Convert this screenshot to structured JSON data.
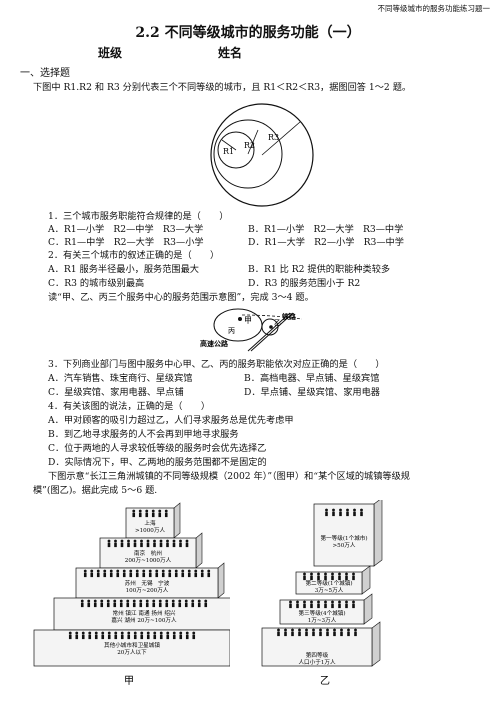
{
  "header": "不同等级城市的服务功能练习题一",
  "title": "2.2 不同等级城市的服务功能（一）",
  "class_label": "班级",
  "name_label": "姓名",
  "section": "一、选择题",
  "intro1": "下图中 R1.R2 和 R3 分别代表三个不同等级的城市，且 R1＜R2＜R3，据图回答 1～2 题。",
  "fig1": {
    "r1": "R1",
    "r2": "R2",
    "r3": "R3"
  },
  "q1": "1．三个城市服务职能符合规律的是（　　）",
  "q1a": "A．R1—小学　R2—中学　R3—大学",
  "q1b": "B．R1—小学　R2—大学　R3—中学",
  "q1c": "C．R1—中学　R2—大学　R3—小学",
  "q1d": "D．R1—大学　R2—小学　R3—中学",
  "q2": "2．有关三个城市的叙述正确的是（　　）",
  "q2a": "A．R1 服务半径最小，服务范围最大",
  "q2b": "B．R1 比 R2 提供的职能种类较多",
  "q2c": "C．R3 的城市级别最高",
  "q2d": "D．R3 的服务范围小于 R2",
  "intro2": "读“甲、乙、丙三个服务中心的服务范围示意图”，完成 3～4 题。",
  "fig2": {
    "jia": "甲",
    "bing": "丙",
    "yi": "乙",
    "rail": "铁路",
    "highway": "高速公路"
  },
  "q3": "3．下列商业部门与图中服务中心甲、乙、丙的服务职能依次对应正确的是（　　）",
  "q3a": "A．汽车销售、珠宝商行、星级宾馆",
  "q3b": "B．高档电器、早点铺、星级宾馆",
  "q3c": "C．星级宾馆、家用电器、早点铺",
  "q3d": "D．早点铺、星级宾馆、家用电器",
  "q4": "4．有关该图的说法，正确的是（　　）",
  "q4a": "A．甲对顾客的吸引力超过乙，人们寻求服务总是优先考虑甲",
  "q4b": "B．到乙地寻求服务的人不会再到甲地寻求服务",
  "q4c": "C．位于两地的人寻求较低等级的服务时会优先选择乙",
  "q4d": "D．实际情况下，甲、乙两地的服务范围都不是固定的",
  "intro3a": "下图示意“长江三角洲城镇的不同等级规模（2002 年）”（图甲）和“某个区域的城镇等级规",
  "intro3b": "模”(图乙)。据此完成 5～6 题.",
  "fig3": {
    "tiers": [
      "上海\n>1000万人",
      "南京　杭州\n200万~1000万人",
      "苏州　无锡　宁波\n100万~200万人",
      "常州 镇江 南通 扬州 绍兴\n嘉兴 湖州 20万~100万人",
      "其他小城市和卫星城镇\n20万人以下"
    ],
    "caption": "甲"
  },
  "fig4": {
    "tiers": [
      "第一等级(1个城市)\n>50万人",
      "第二等级(1个城镇)\n3万~5万人",
      "第三等级(4个城镇)\n1万~3万人",
      "第四等级\n人口小于1万人"
    ],
    "caption": "乙"
  }
}
